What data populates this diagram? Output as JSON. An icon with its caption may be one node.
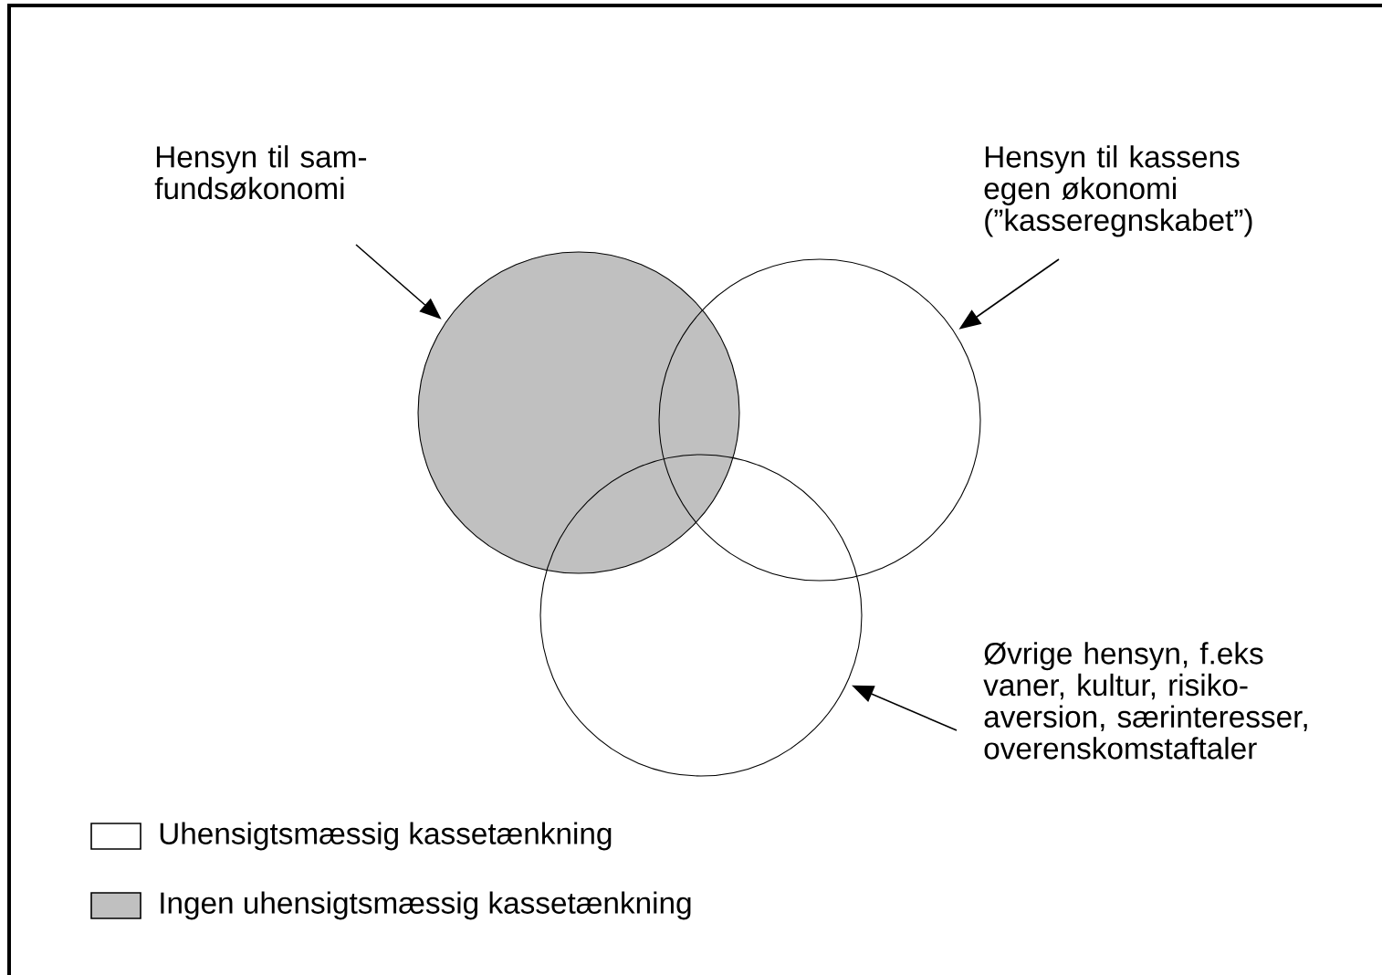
{
  "diagram": {
    "nodes": [
      {
        "text": [
          "Hensyn til sam- fundsøkonomi"
        ]
      },
      {
        "text": [],
        "shape": "circle"
      },
      {
        "text": [
          "Hensyn til kassens egen økonomi (”kasseregnskabet”)"
        ]
      },
      {
        "text": [],
        "shape": "circle"
      },
      {
        "text": [],
        "shape": "circle"
      },
      {
        "text": [
          "Øvrige hensyn, f.eks vaner, kultur, risiko- aversion, særinteresser, overenskomstaftaler"
        ]
      }
    ],
    "edges": [
      {
        "from": 0,
        "to": 1,
        "arrow": "to"
      },
      {
        "from": 2,
        "to": 3,
        "arrow": "to"
      },
      {
        "from": 5,
        "to": 4,
        "arrow": "to"
      }
    ],
    "legend": [
      {
        "text": "Uhensigtsmæssig kassetænkning"
      },
      {
        "text": "Ingen uhensigtsmæssig kassetænkning",
        "color": "#c0c0c0"
      }
    ]
  }
}
